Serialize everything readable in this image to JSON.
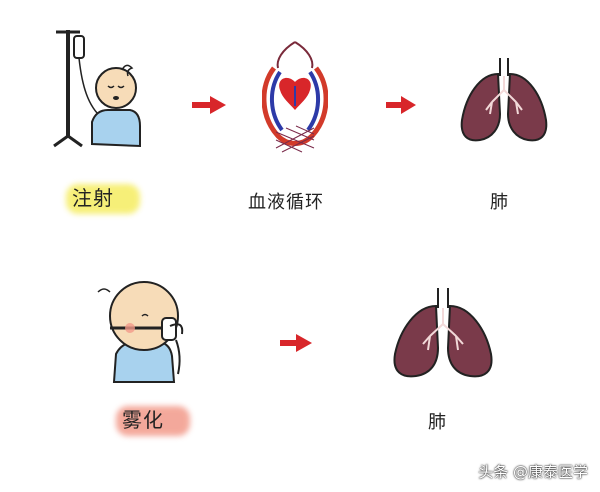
{
  "row1": {
    "labels": {
      "injection": "注射",
      "circulation": "血液循环",
      "lung": "肺"
    }
  },
  "row2": {
    "labels": {
      "nebulization": "雾化",
      "lung": "肺"
    }
  },
  "watermark": "头条 @康泰医学",
  "icons": [
    "iv-drip-baby-icon",
    "arrow-right-icon",
    "heart-circulation-icon",
    "lungs-icon",
    "nebulizer-baby-icon"
  ],
  "colors": {
    "arrow": "#d8262a",
    "lung": "#7a3a4a",
    "highlight_yellow": "#f6ee6a",
    "highlight_pink": "#f29a8a"
  }
}
